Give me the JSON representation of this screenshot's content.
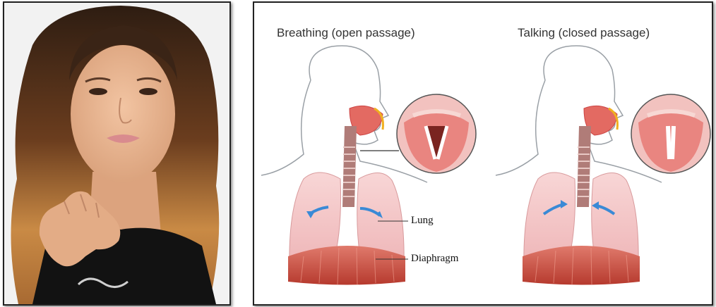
{
  "photo": {
    "subject": "woman-holding-throat",
    "colors": {
      "background": "#f2f2f2",
      "skin": "#e8b48e",
      "hair_dark": "#3a2416",
      "hair_light": "#c98a45",
      "shirt": "#111111"
    }
  },
  "diagram": {
    "panels": [
      {
        "title": "Breathing (open passage)",
        "vocal_cords": "open"
      },
      {
        "title": "Talking (closed passage)",
        "vocal_cords": "closed"
      }
    ],
    "callouts": {
      "lung": "Lung",
      "diaphragm": "Diaphragm"
    },
    "colors": {
      "lung": "#f4c7c8",
      "diaphragm": "#c84a3c",
      "trachea": "#b07c78",
      "arrow": "#3a8ad6",
      "outline": "#9aa0a6"
    }
  }
}
